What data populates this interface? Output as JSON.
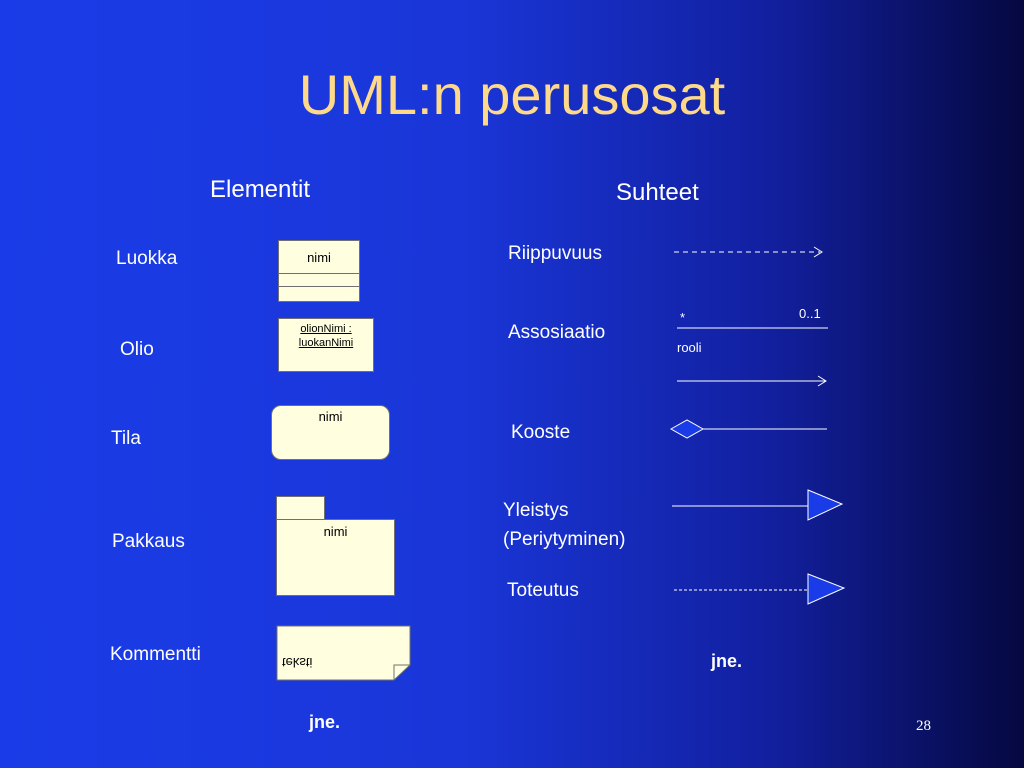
{
  "title": "UML:n perusosat",
  "elements": {
    "heading": "Elementit",
    "luokka": {
      "label": "Luokka",
      "name": "nimi"
    },
    "olio": {
      "label": "Olio",
      "line1": "olionNimi :",
      "line2": "luokanNimi"
    },
    "tila": {
      "label": "Tila",
      "name": "nimi"
    },
    "pakkaus": {
      "label": "Pakkaus",
      "name": "nimi"
    },
    "kommentti": {
      "label": "Kommentti",
      "text": "teksti"
    },
    "etc": "jne."
  },
  "relations": {
    "heading": "Suhteet",
    "riippuvuus": "Riippuvuus",
    "assosiaatio": {
      "label": "Assosiaatio",
      "mult_left": "*",
      "mult_right": "0..1",
      "role": "rooli"
    },
    "kooste": "Kooste",
    "yleistys": {
      "line1": "Yleistys",
      "line2": "(Periytyminen)"
    },
    "toteutus": "Toteutus",
    "etc": "jne."
  },
  "page_number": "28",
  "colors": {
    "title": "#ffd98a",
    "element_fill": "#ffffe0",
    "relation_line": "#ffffff",
    "triangle_fill": "#1a3ce8"
  }
}
